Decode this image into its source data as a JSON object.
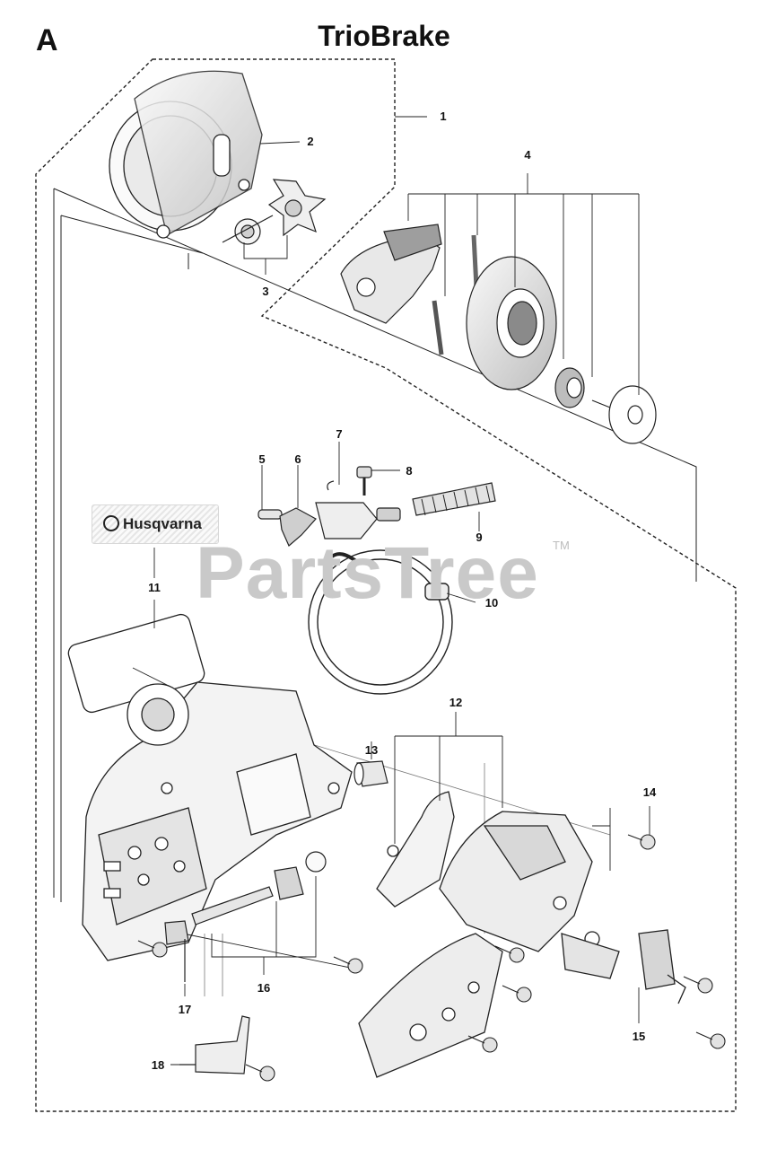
{
  "section_letter": "A",
  "title": "TrioBrake",
  "watermark": "PartsTree",
  "trademark": "TM",
  "logo": {
    "text": "Husqvarna",
    "icon": "husqvarna-crown-icon"
  },
  "callouts": {
    "c1": "1",
    "c2": "2",
    "c3": "3",
    "c4": "4",
    "c5": "5",
    "c6": "6",
    "c7": "7",
    "c8": "8",
    "c9": "9",
    "c10": "10",
    "c11": "11",
    "c12": "12",
    "c13": "13",
    "c14": "14",
    "c15": "15",
    "c16": "16",
    "c17": "17",
    "c18": "18"
  },
  "colors": {
    "line": "#1a1a1a",
    "part_fill": "#f2f2f2",
    "part_shade": "#9a9a9a",
    "watermark": "#c9c9c9"
  }
}
